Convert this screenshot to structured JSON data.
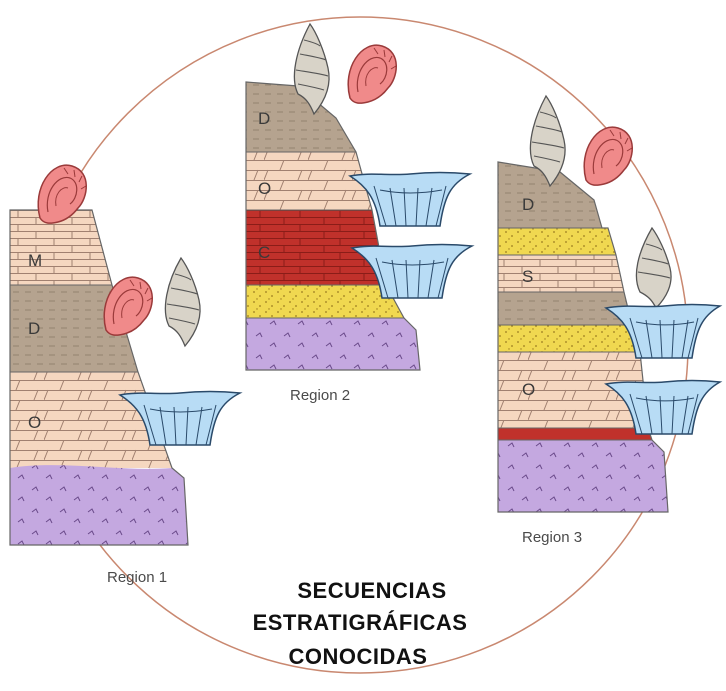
{
  "title": {
    "line1": "SECUENCIAS",
    "line2": "ESTRATIGRÁFICAS",
    "line3": "CONOCIDAS"
  },
  "colors": {
    "circle": "#c98870",
    "limestone": "#f5d7c0",
    "shale": "#b5a38f",
    "red_bed": "#c0312b",
    "sandstone": "#f0d850",
    "basement": "#c4a8e0",
    "ammonite": "#f08a8a",
    "brachiopod": "#b8dcf5",
    "gastropod": "#d8d3c8"
  },
  "regions": [
    {
      "name": "Region 1",
      "layers": [
        {
          "label": "M",
          "type": "limestone"
        },
        {
          "label": "D",
          "type": "shale"
        },
        {
          "label": "O",
          "type": "limestone"
        },
        {
          "label": "",
          "type": "basement"
        }
      ],
      "fossils": [
        "ammonite-icon",
        "ammonite-icon",
        "gastropod-icon",
        "brachiopod-icon"
      ]
    },
    {
      "name": "Region 2",
      "layers": [
        {
          "label": "D",
          "type": "shale"
        },
        {
          "label": "O",
          "type": "limestone"
        },
        {
          "label": "C",
          "type": "red_bed"
        },
        {
          "label": "",
          "type": "sandstone"
        },
        {
          "label": "",
          "type": "basement"
        }
      ],
      "fossils": [
        "gastropod-icon",
        "ammonite-icon",
        "brachiopod-icon",
        "brachiopod-icon"
      ]
    },
    {
      "name": "Region 3",
      "layers": [
        {
          "label": "D",
          "type": "shale"
        },
        {
          "label": "",
          "type": "sandstone"
        },
        {
          "label": "S",
          "type": "limestone"
        },
        {
          "label": "",
          "type": "shale"
        },
        {
          "label": "",
          "type": "sandstone"
        },
        {
          "label": "O",
          "type": "limestone"
        },
        {
          "label": "",
          "type": "red_bed"
        },
        {
          "label": "",
          "type": "basement"
        }
      ],
      "fossils": [
        "gastropod-icon",
        "ammonite-icon",
        "gastropod-icon",
        "brachiopod-icon",
        "brachiopod-icon"
      ]
    }
  ]
}
